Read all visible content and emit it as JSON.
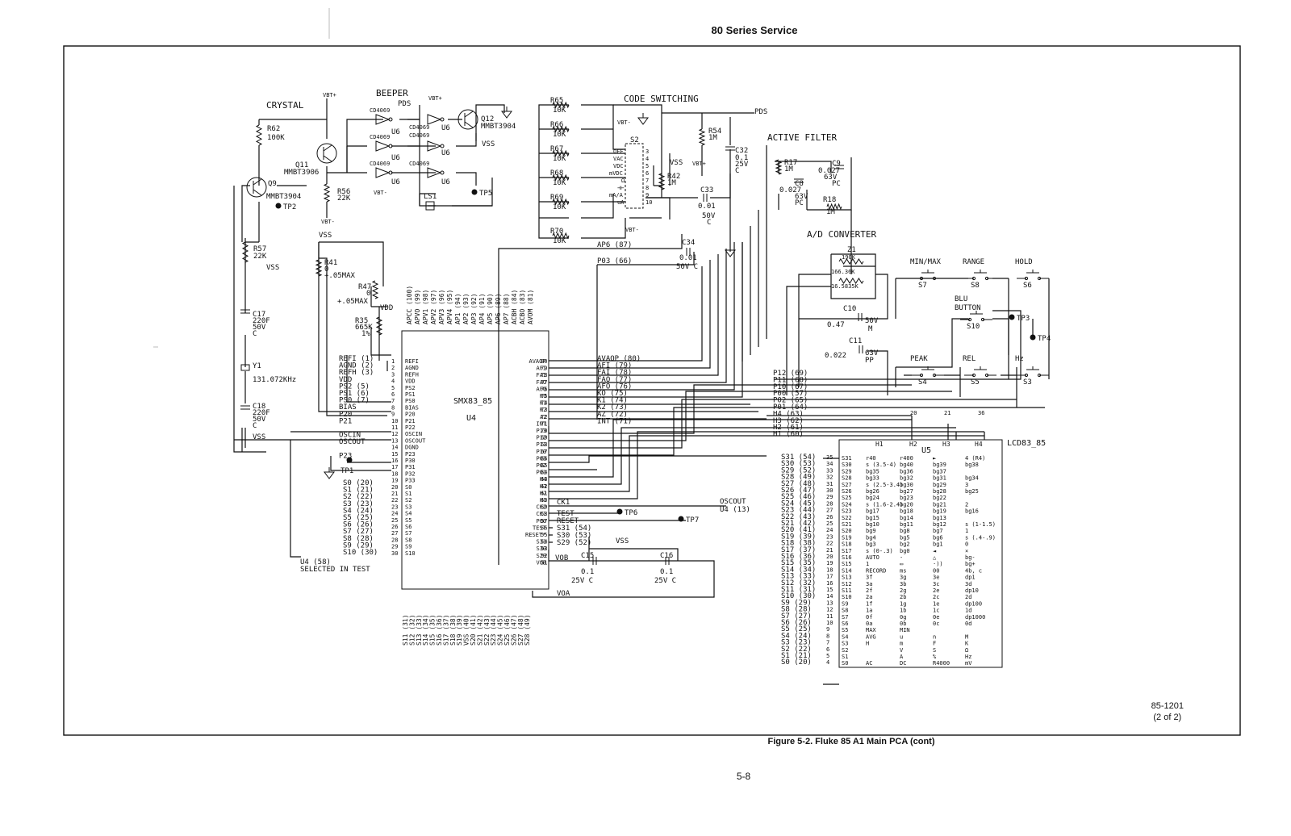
{
  "header": {
    "title": "80 Series Service"
  },
  "caption": "Figure 5-2. Fluke 85 A1 Main PCA (cont)",
  "page_number": "5-8",
  "drawing": {
    "number": "85-1201",
    "sheet": "(2 of 2)"
  },
  "sections": {
    "crystal": "CRYSTAL",
    "beeper": "BEEPER",
    "code_switching": "CODE SWITCHING",
    "active_filter": "ACTIVE FILTER",
    "ad_converter": "A/D CONVERTER"
  },
  "rails": {
    "vbt_plus": "VBT+",
    "vbt_minus": "VBT-",
    "vss": "VSS",
    "vdd": "VDD",
    "pds": "PDS"
  },
  "components": {
    "r62": [
      "R62",
      "100K"
    ],
    "q11": [
      "Q11",
      "MMBT3906"
    ],
    "q9": [
      "Q9",
      "MMBT3904"
    ],
    "q12": [
      "Q12",
      "MMBT3904"
    ],
    "r56": [
      "R56",
      "22K"
    ],
    "r57": [
      "R57",
      "22K"
    ],
    "c17": [
      "C17",
      "220F",
      "50V",
      "C"
    ],
    "c18": [
      "C18",
      "220F",
      "50V",
      "C"
    ],
    "y1": [
      "Y1",
      "131.072KHz"
    ],
    "r41": [
      "R41",
      "0",
      "+.05MAX"
    ],
    "r47": [
      "R47",
      "0",
      "+.05MAX"
    ],
    "r35": [
      "R35",
      "665K",
      "1%"
    ],
    "ls1": "LS1",
    "r65": [
      "R65",
      "10K"
    ],
    "r66": [
      "R66",
      "10K"
    ],
    "r67": [
      "R67",
      "10K"
    ],
    "r68": [
      "R68",
      "10K"
    ],
    "r69": [
      "R69",
      "10K"
    ],
    "r70": [
      "R70",
      "10K"
    ],
    "s2": "S2",
    "r54": [
      "R54",
      "1M"
    ],
    "c32": [
      "C32",
      "0.1",
      "25V",
      "C"
    ],
    "r42": [
      "R42",
      "1M"
    ],
    "c33": [
      "C33",
      "0.01",
      "50V",
      "C"
    ],
    "c34": [
      "C34",
      "0.01",
      "50V C"
    ],
    "r17": [
      "R17",
      "1M"
    ],
    "c8": [
      "C8",
      "0.027",
      "63V",
      "PC"
    ],
    "c9": [
      "C9",
      "0.027",
      "63V",
      "PC"
    ],
    "r18": [
      "R18",
      "1M"
    ],
    "z1": [
      "Z1",
      "190K",
      "166.36K",
      "16.5835K"
    ],
    "c10": [
      "C10",
      "0.47",
      "50V",
      "M"
    ],
    "c11": [
      "C11",
      "0.022",
      "63V",
      "PP"
    ],
    "c15": [
      "C15",
      "0.1",
      "25V C"
    ],
    "c16": [
      "C16",
      "0.1",
      "25V C"
    ],
    "u6": "U6",
    "cd4069": "CD4069",
    "u4_name": "SMX83_85",
    "u4_ref": "U4",
    "u5_name": "LCD83_85",
    "u5_ref": "U5"
  },
  "buttons": [
    {
      "name": "MIN/MAX",
      "ref": "S7"
    },
    {
      "name": "RANGE",
      "ref": "S8"
    },
    {
      "name": "HOLD",
      "ref": "S6"
    },
    {
      "name": "BLU BUTTON",
      "ref": "S10"
    },
    {
      "name": "PEAK",
      "ref": "S4"
    },
    {
      "name": "REL",
      "ref": "S5"
    },
    {
      "name": "Hz",
      "ref": "S3"
    }
  ],
  "test_points": [
    "TP1",
    "TP2",
    "TP3",
    "TP4",
    "TP5",
    "TP6",
    "TP7"
  ],
  "s2_pins": [
    "OFF",
    "VAC",
    "VDC",
    "mVDC",
    "Ω",
    "⊣⊢",
    "mA/A",
    "uA"
  ],
  "u4": {
    "top_pins": [
      "APCC (100)",
      "APVO (99)",
      "APV1 (98)",
      "APV2 (97)",
      "APV3 (96)",
      "APV4 (95)",
      "AP1 (94)",
      "AP2 (93)",
      "AP3 (92)",
      "AP4 (91)",
      "AP5 (90)",
      "AP6 (89)",
      "AP7 (88)",
      "ACBH (84)",
      "ACBO (83)",
      "AVOM (81)"
    ],
    "left_pins": [
      "REFI",
      "AGND",
      "REFH",
      "VDD",
      "PS2",
      "PS1",
      "PS0",
      "BIAS",
      "P20",
      "P21",
      "P22",
      "OSCIN",
      "OSCOUT",
      "DGND",
      "P23",
      "P30",
      "P31",
      "P32",
      "P33",
      "S0",
      "S1",
      "S2",
      "S3",
      "S4",
      "S5",
      "S6",
      "S7",
      "S8",
      "S9",
      "S10"
    ],
    "right_pins": [
      "AVAOP",
      "AFI",
      "FAI",
      "FAO",
      "AFO",
      "KO",
      "K1",
      "K2",
      "AZ",
      "INT",
      "P13",
      "P12",
      "P11",
      "P10",
      "P03",
      "P02",
      "P01",
      "H4",
      "H3",
      "H2",
      "H1",
      "CK2",
      "CK1",
      "P00",
      "TEST",
      "RESET*",
      "S31",
      "S30",
      "S29",
      "VOB"
    ],
    "right_nums": [
      "80",
      "79",
      "78",
      "77",
      "76",
      "75",
      "74",
      "73",
      "72",
      "71",
      "70",
      "69",
      "68",
      "67",
      "66",
      "65",
      "64",
      "63",
      "62",
      "61",
      "60",
      "59",
      "58",
      "57",
      "56",
      "55",
      "54",
      "53",
      "52",
      "51"
    ],
    "left_nets": [
      "REFI (1)",
      "AGND (2)",
      "REFH (3)",
      "VDD",
      "PS2 (5)",
      "PS1 (6)",
      "PS0 (7)",
      "BIAS",
      "P20",
      "P21",
      "",
      "OSCIN",
      "OSCOUT",
      "",
      "P23"
    ],
    "right_nets": [
      "AVAOP (80)",
      "AFI (79)",
      "FAI (78)",
      "FAO (77)",
      "AFO (76)",
      "KO (75)",
      "K1 (74)",
      "K2 (73)",
      "AZ (72)",
      "INT (71)"
    ],
    "s_nets": [
      "S0 (20)",
      "S1 (21)",
      "S2 (22)",
      "S3 (23)",
      "S4 (24)",
      "S5 (25)",
      "S6 (26)",
      "S7 (27)",
      "S8 (28)",
      "S9 (29)",
      "S10 (30)"
    ],
    "bottom_nets": [
      "S11 (31)",
      "S12 (32)",
      "S13 (33)",
      "S14 (34)",
      "S15 (35)",
      "S16 (36)",
      "S17 (37)",
      "S18 (38)",
      "S19 (39)",
      "VSS (40)",
      "S20 (41)",
      "S21 (42)",
      "S22 (43)",
      "S23 (44)",
      "S24 (45)",
      "S25 (46)",
      "S26 (47)",
      "S27 (48)",
      "S28 (49)"
    ],
    "misc_nets": [
      "AP6 (87)",
      "P03 (66)",
      "CK1",
      "TEST",
      "RESET",
      "S31 (54)",
      "S30 (53)",
      "S29 (52)",
      "VOB",
      "VOA",
      "OSCOUT",
      "U4 (13)",
      "U4 (58)",
      "SELECTED IN TEST"
    ]
  },
  "p_nets": [
    "P12 (69)",
    "P11 (68)",
    "P10 (67)",
    "P00 (57)",
    "P02 (65)",
    "P01 (64)",
    "H4 (63)",
    "H3 (62)",
    "H2 (61)",
    "H1 (60)"
  ],
  "u5": {
    "left_nets": [
      "S31 (54)",
      "S30 (53)",
      "S29 (52)",
      "S28 (49)",
      "S27 (48)",
      "S26 (47)",
      "S25 (46)",
      "S24 (45)",
      "S23 (44)",
      "S22 (43)",
      "S21 (42)",
      "S20 (41)",
      "S19 (39)",
      "S18 (38)",
      "S17 (37)",
      "S16 (36)",
      "S15 (35)",
      "S14 (34)",
      "S13 (33)",
      "S12 (32)",
      "S11 (31)",
      "S10 (30)",
      "S9 (29)",
      "S8 (28)",
      "S7 (27)",
      "S6 (26)",
      "S5 (25)",
      "S4 (24)",
      "S3 (23)",
      "S2 (22)",
      "S1 (21)",
      "S0 (20)"
    ],
    "pin_nums": [
      "35",
      "34",
      "33",
      "32",
      "31",
      "30",
      "29",
      "28",
      "27",
      "26",
      "25",
      "24",
      "23",
      "22",
      "21",
      "20",
      "19",
      "18",
      "17",
      "16",
      "15",
      "14",
      "13",
      "12",
      "11",
      "10",
      "9",
      "8",
      "7",
      "6",
      "5",
      "4"
    ],
    "top_nums": [
      "20",
      "21",
      "36"
    ],
    "cols": [
      "H1",
      "H2",
      "H3",
      "H4"
    ],
    "rows": [
      [
        "S31",
        "r40",
        "r400",
        "►",
        "4 (R4)"
      ],
      [
        "S30",
        "s (3.5-4)",
        "bg40",
        "bg39",
        "bg38"
      ],
      [
        "S29",
        "bg35",
        "bg36",
        "bg37",
        ""
      ],
      [
        "S28",
        "bg33",
        "bg32",
        "bg31",
        "bg34"
      ],
      [
        "S27",
        "s (2.5-3.4)",
        "bg30",
        "bg29",
        "3"
      ],
      [
        "S26",
        "bg26",
        "bg27",
        "bg28",
        "bg25"
      ],
      [
        "S25",
        "bg24",
        "bg23",
        "bg22",
        ""
      ],
      [
        "S24",
        "s (1.6-2.4)",
        "bg20",
        "bg21",
        "2"
      ],
      [
        "S23",
        "bg17",
        "bg18",
        "bg19",
        "bg16"
      ],
      [
        "S22",
        "bg15",
        "bg14",
        "bg13",
        ""
      ],
      [
        "S21",
        "bg10",
        "bg11",
        "bg12",
        "s (1-1.5)"
      ],
      [
        "S20",
        "bg9",
        "bg8",
        "bg7",
        "1"
      ],
      [
        "S19",
        "bg4",
        "bg5",
        "bg6",
        "s (.4-.9)"
      ],
      [
        "S18",
        "bg3",
        "bg2",
        "bg1",
        "0"
      ],
      [
        "S17",
        "s (0-.3)",
        "bg0",
        "◄",
        "×"
      ],
      [
        "S16",
        "AUTO",
        "-",
        "△",
        "bg-"
      ],
      [
        "S15",
        "1",
        "▭",
        "·))",
        "bg+"
      ],
      [
        "S14",
        "RECORD",
        "ms",
        "00",
        "4b, c"
      ],
      [
        "S13",
        "3f",
        "3g",
        "3e",
        "dp1"
      ],
      [
        "S12",
        "3a",
        "3b",
        "3c",
        "3d"
      ],
      [
        "S11",
        "2f",
        "2g",
        "2e",
        "dp10"
      ],
      [
        "S10",
        "2a",
        "2b",
        "2c",
        "2d"
      ],
      [
        "S9",
        "1f",
        "1g",
        "1e",
        "dp100"
      ],
      [
        "S8",
        "1a",
        "1b",
        "1c",
        "1d"
      ],
      [
        "S7",
        "0f",
        "0g",
        "0e",
        "dp1000"
      ],
      [
        "S6",
        "0a",
        "0b",
        "0c",
        "0d"
      ],
      [
        "S5",
        "MAX",
        "MIN",
        "",
        ""
      ],
      [
        "S4",
        "AVG",
        "u",
        "n",
        "M"
      ],
      [
        "S3",
        "H",
        "m",
        "F",
        "K"
      ],
      [
        "S2",
        "",
        "V",
        "S",
        "Ω"
      ],
      [
        "S1",
        "",
        "A",
        "%",
        "Hz"
      ],
      [
        "S0",
        "AC",
        "DC",
        "R4000",
        "mV"
      ]
    ]
  }
}
